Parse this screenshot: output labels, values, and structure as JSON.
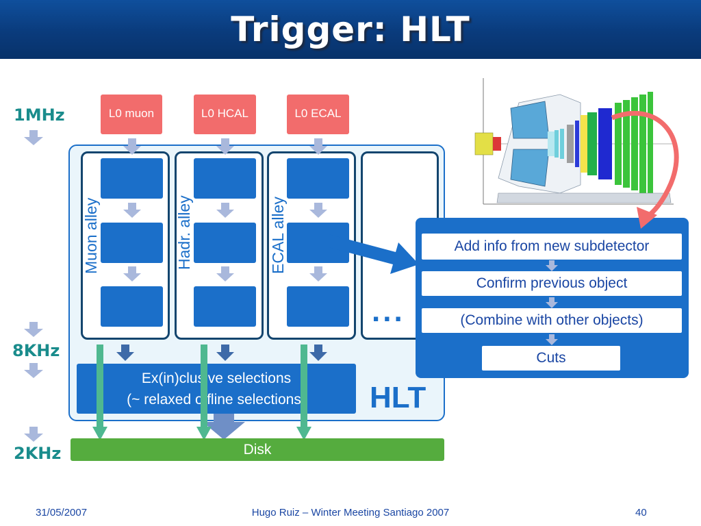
{
  "slide": {
    "title": "Trigger: HLT",
    "rates": [
      "1MHz",
      "8KHz",
      "2KHz"
    ],
    "l0_boxes": [
      "L0 muon",
      "L0 HCAL",
      "L0 ECAL"
    ],
    "alleys": [
      "Muon alley",
      "Hadr. alley",
      "ECAL alley"
    ],
    "ellipsis": "...",
    "selections": {
      "line1": "Ex(in)clusive selections",
      "line2": "(~ relaxed offline selections)"
    },
    "hlt_label": "HLT",
    "disk_label": "Disk",
    "info_steps": [
      "Add info from new subdetector",
      "Confirm previous object",
      "(Combine with other objects)",
      "Cuts"
    ]
  },
  "footer": {
    "date": "31/05/2007",
    "author": "Hugo Ruiz – Winter Meeting Santiago 2007",
    "page": "40"
  },
  "colors": {
    "title_bar": "#0a3b7c",
    "l0_box": "#f26c6c",
    "step_box": "#1b6fc9",
    "disk": "#55ac3e",
    "rate_text": "#1a8c8c",
    "stream_arrow": "#4fb890",
    "curve_arrow": "#f26c6c"
  },
  "icons": {
    "detector": "lhcb-detector-drawing",
    "flow_arrow": "arrow-down-icon",
    "curved_arrow": "curved-arrow-icon"
  }
}
